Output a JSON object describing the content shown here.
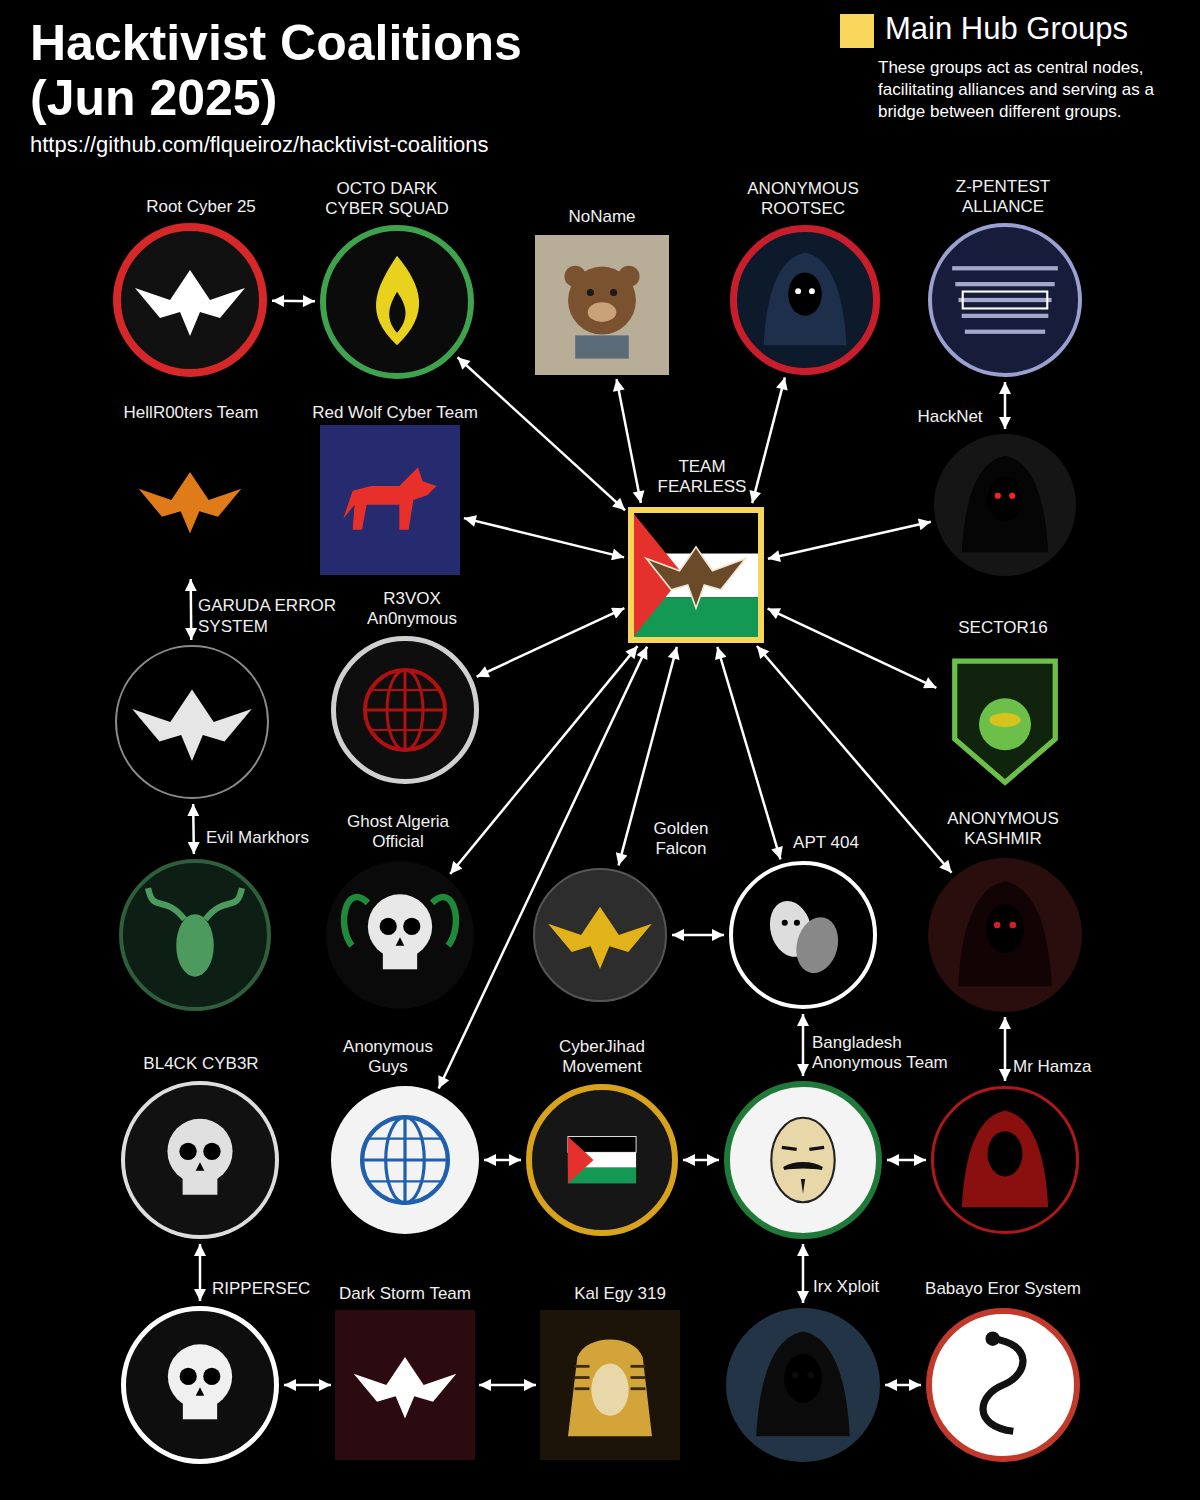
{
  "diagram": {
    "title": "Hacktivist Coalitions (Jun 2025)",
    "nodes": [
      {
        "text": [
          "Root Cyber 25"
        ]
      },
      {
        "text": [
          "OCTO DARK CYBER SQUAD"
        ]
      },
      {
        "text": [
          "NoName"
        ]
      },
      {
        "text": [
          "ANONYMOUS ROOTSEC"
        ]
      },
      {
        "text": [
          "Z-PENTEST ALLIANCE"
        ]
      },
      {
        "text": [
          "HellR00ters Team"
        ]
      },
      {
        "text": [
          "Red Wolf Cyber Team"
        ]
      },
      {
        "text": [
          "TEAM FEARLESS"
        ]
      },
      {
        "text": [
          "HackNet"
        ]
      },
      {
        "text": [
          "GARUDA ERROR SYSTEM"
        ]
      },
      {
        "text": [
          "R3VOX An0nymous"
        ]
      },
      {
        "text": [
          "SECTOR16"
        ]
      },
      {
        "text": [
          "Evil Markhors"
        ]
      },
      {
        "text": [
          "Ghost Algeria Official"
        ]
      },
      {
        "text": [
          "Golden Falcon"
        ]
      },
      {
        "text": [
          "APT 404"
        ]
      },
      {
        "text": [
          "ANONYMOUS KASHMIR"
        ]
      },
      {
        "text": [
          "BL4CK CYB3R"
        ]
      },
      {
        "text": [
          "Anonymous Guys"
        ]
      },
      {
        "text": [
          "CyberJihad Movement"
        ]
      },
      {
        "text": [
          "Bangladesh Anonymous Team"
        ]
      },
      {
        "text": [
          "Mr Hamza"
        ]
      },
      {
        "text": [
          "RIPPERSEC"
        ]
      },
      {
        "text": [
          "Dark Storm Team"
        ]
      },
      {
        "text": [
          "Kal Egy 319"
        ]
      },
      {
        "text": [
          "Irx Xploit"
        ]
      },
      {
        "text": [
          "Babayo Eror System"
        ]
      }
    ],
    "edges": [
      {
        "from": 0,
        "to": 1,
        "arrow": "both"
      },
      {
        "from": 1,
        "to": 7,
        "arrow": "both"
      },
      {
        "from": 2,
        "to": 7,
        "arrow": "both"
      },
      {
        "from": 3,
        "to": 7,
        "arrow": "both"
      },
      {
        "from": 4,
        "to": 8,
        "arrow": "both"
      },
      {
        "from": 6,
        "to": 7,
        "arrow": "both"
      },
      {
        "from": 8,
        "to": 7,
        "arrow": "both"
      },
      {
        "from": 5,
        "to": 9,
        "arrow": "both"
      },
      {
        "from": 10,
        "to": 7,
        "arrow": "both"
      },
      {
        "from": 11,
        "to": 7,
        "arrow": "both"
      },
      {
        "from": 9,
        "to": 12,
        "arrow": "both"
      },
      {
        "from": 13,
        "to": 7,
        "arrow": "both"
      },
      {
        "from": 14,
        "to": 7,
        "arrow": "both"
      },
      {
        "from": 15,
        "to": 7,
        "arrow": "both"
      },
      {
        "from": 16,
        "to": 7,
        "arrow": "both"
      },
      {
        "from": 14,
        "to": 15,
        "arrow": "both"
      },
      {
        "from": 15,
        "to": 20,
        "arrow": "both"
      },
      {
        "from": 16,
        "to": 21,
        "arrow": "both"
      },
      {
        "from": 18,
        "to": 7,
        "arrow": "both"
      },
      {
        "from": 18,
        "to": 19,
        "arrow": "both"
      },
      {
        "from": 19,
        "to": 20,
        "arrow": "both"
      },
      {
        "from": 20,
        "to": 21,
        "arrow": "both"
      },
      {
        "from": 17,
        "to": 22,
        "arrow": "both"
      },
      {
        "from": 22,
        "to": 23,
        "arrow": "both"
      },
      {
        "from": 23,
        "to": 24,
        "arrow": "both"
      },
      {
        "from": 20,
        "to": 25,
        "arrow": "both"
      },
      {
        "from": 25,
        "to": 26,
        "arrow": "both"
      }
    ],
    "labels": [
      "https://github.com/flqueiroz/hacktivist-coalitions",
      "These groups act as central nodes, facilitating alliances and serving as a bridge between different groups."
    ],
    "legend": [
      {
        "text": "Main Hub Groups",
        "color": "#f8d65c"
      }
    ]
  }
}
